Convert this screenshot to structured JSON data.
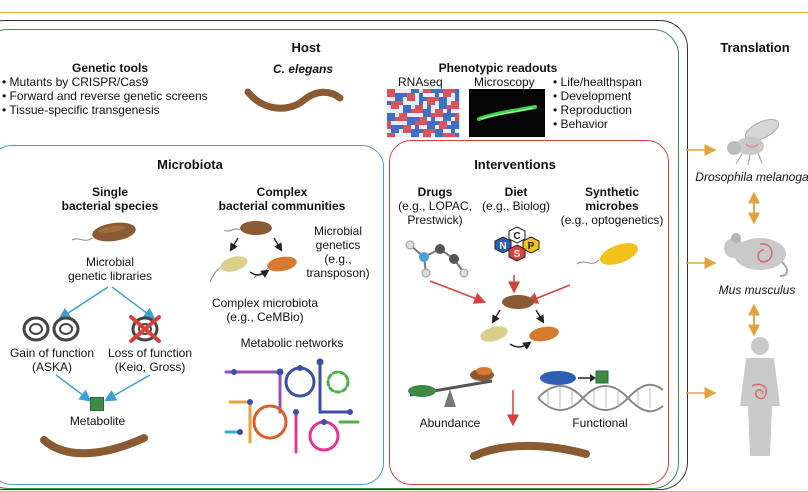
{
  "host": {
    "title": "Host",
    "organism": "C. elegans",
    "genetic_tools": {
      "title": "Genetic tools",
      "items": [
        "Mutants by CRISPR/Cas9",
        "Forward and reverse genetic screens",
        "Tissue-specific transgenesis"
      ]
    },
    "phenotypic_readouts": {
      "title": "Phenotypic readouts",
      "rnaseq_label": "RNAseq",
      "microscopy_label": "Microscopy",
      "items": [
        "Life/healthspan",
        "Development",
        "Reproduction",
        "Behavior"
      ]
    }
  },
  "microbiota": {
    "title": "Microbiota",
    "single": {
      "title_line1": "Single",
      "title_line2": "bacterial species",
      "libraries_line1": "Microbial",
      "libraries_line2": "genetic libraries",
      "gain_line1": "Gain of function",
      "gain_line2": "(ASKA)",
      "loss_line1": "Loss of function",
      "loss_line2": "(Keio, Gross)",
      "metabolite": "Metabolite"
    },
    "complex": {
      "title_line1": "Complex",
      "title_line2": "bacterial communities",
      "genetics_line1": "Microbial",
      "genetics_line2": "genetics",
      "genetics_line3": "(e.g.,",
      "genetics_line4": "transposon)",
      "microbiota_line1": "Complex microbiota",
      "microbiota_line2": "(e.g., CeMBio)",
      "networks": "Metabolic networks"
    }
  },
  "interventions": {
    "title": "Interventions",
    "drugs_line1": "Drugs",
    "drugs_line2": "(e.g., LOPAC,",
    "drugs_line3": "Prestwick)",
    "diet_line1": "Diet",
    "diet_line2": "(e.g., Biolog)",
    "synthetic_line1": "Synthetic",
    "synthetic_line2": "microbes",
    "synthetic_line3": "(e.g., optogenetics)",
    "nutrient_letters": [
      "C",
      "N",
      "P",
      "S"
    ],
    "abundance": "Abundance",
    "functional": "Functional"
  },
  "translation": {
    "title": "Translation",
    "species": [
      "Drosophila melanogaster",
      "Mus musculus"
    ]
  },
  "colors": {
    "gold": "#e6b53c",
    "dark_outer": "#333333",
    "host_green": "#3f8a4a",
    "microbiota_blue": "#3aa0d6",
    "interventions_red": "#d8413a",
    "worm_brown": "#8a5a32",
    "arrow_blue": "#3aa0d6",
    "arrow_red": "#d8413a",
    "arrow_orange": "#e3a33b"
  }
}
